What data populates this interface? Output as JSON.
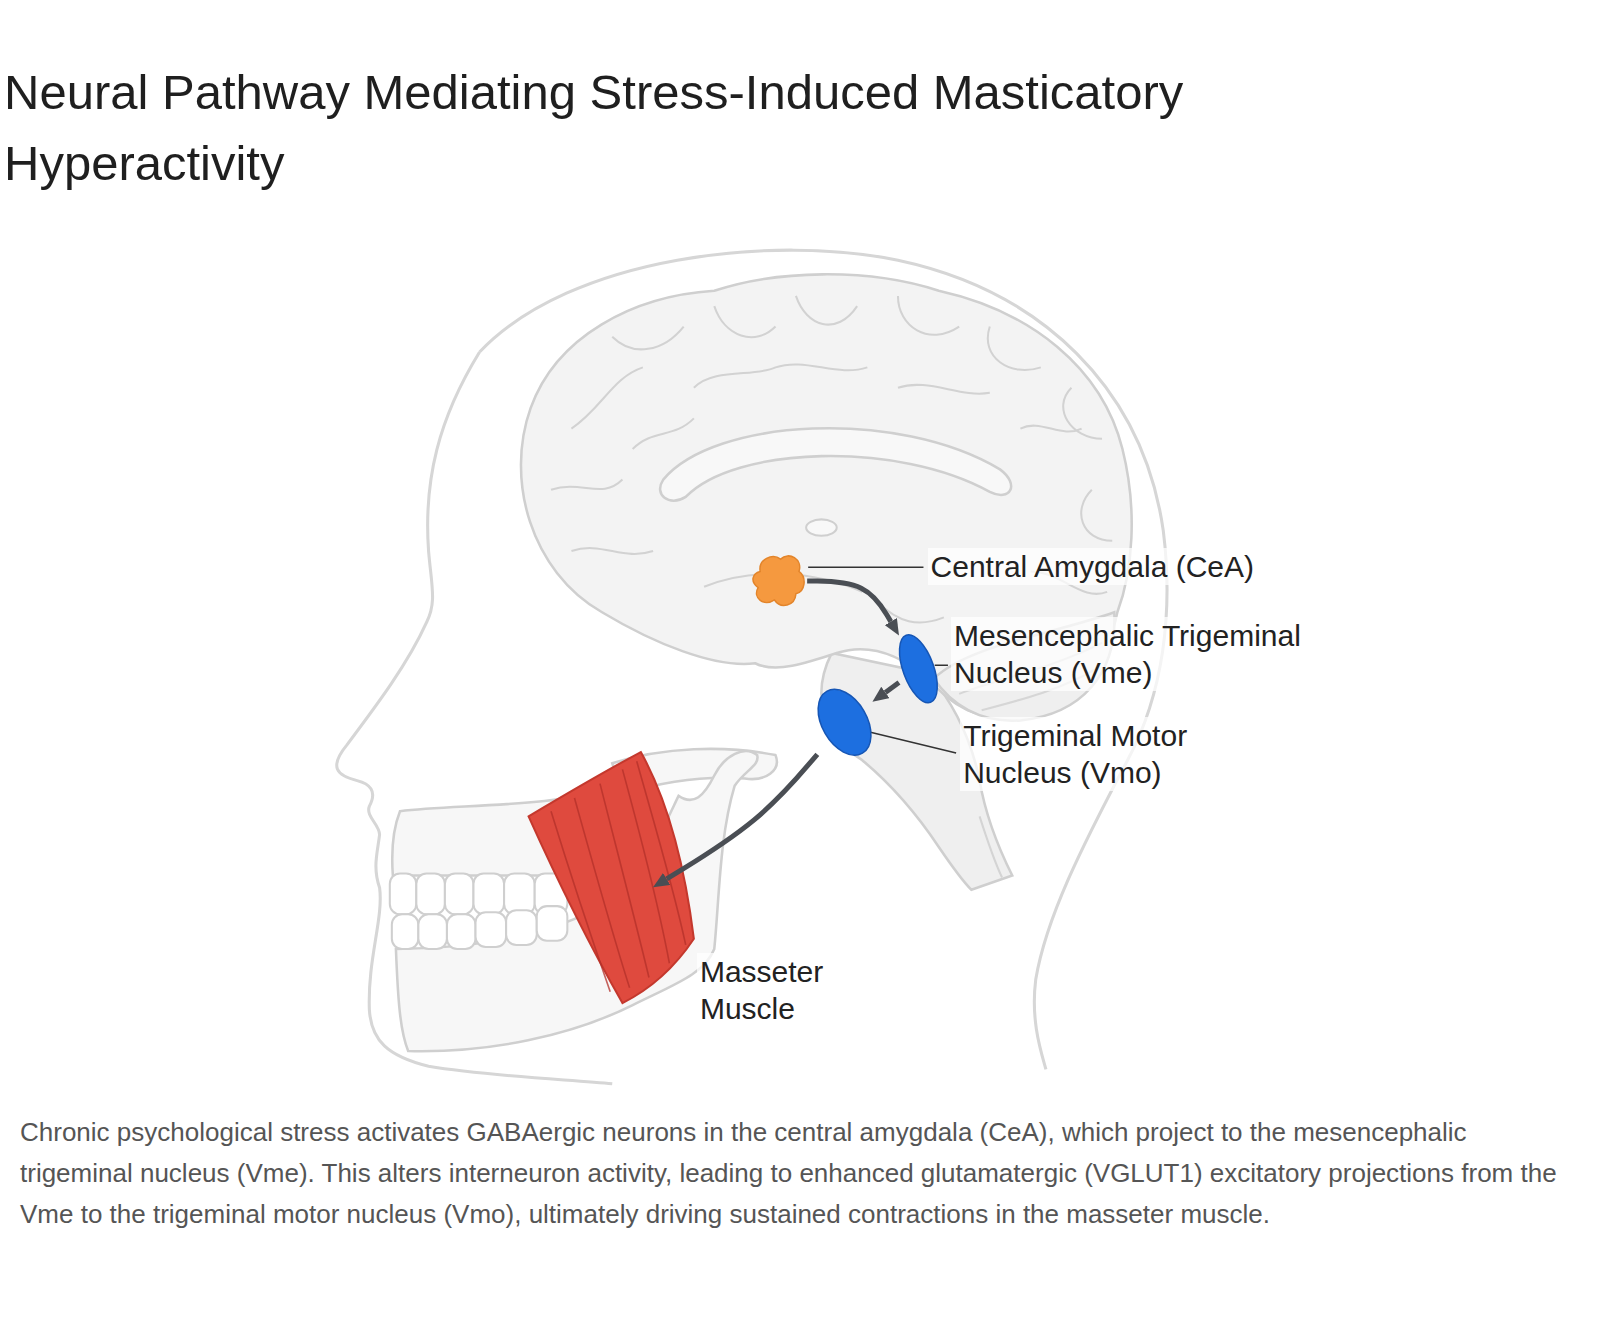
{
  "diagram": {
    "title": "Neural Pathway Mediating Stress-Induced Masticatory Hyperactivity",
    "caption": "Chronic psychological stress activates GABAergic neurons in the central amygdala (CeA), which project to the mesencephalic trigeminal nucleus (Vme). This alters interneuron activity, leading to enhanced glutamatergic (VGLUT1) excitatory projections from the Vme to the trigeminal motor nucleus (Vmo), ultimately driving sustained contractions in the masseter muscle.",
    "nodes": [
      {
        "text": [
          "Central Amygdala (CeA)"
        ]
      },
      {
        "text": [
          "Mesencephalic Trigeminal Nucleus (Vme)"
        ]
      },
      {
        "text": [
          "Trigeminal Motor Nucleus (Vmo)"
        ]
      },
      {
        "text": [
          "Masseter Muscle"
        ]
      }
    ],
    "edges": [
      {
        "from": 0,
        "to": 1,
        "arrow": "to"
      },
      {
        "from": 1,
        "to": 2,
        "arrow": "to"
      },
      {
        "from": 2,
        "to": 3,
        "arrow": "to"
      }
    ]
  }
}
